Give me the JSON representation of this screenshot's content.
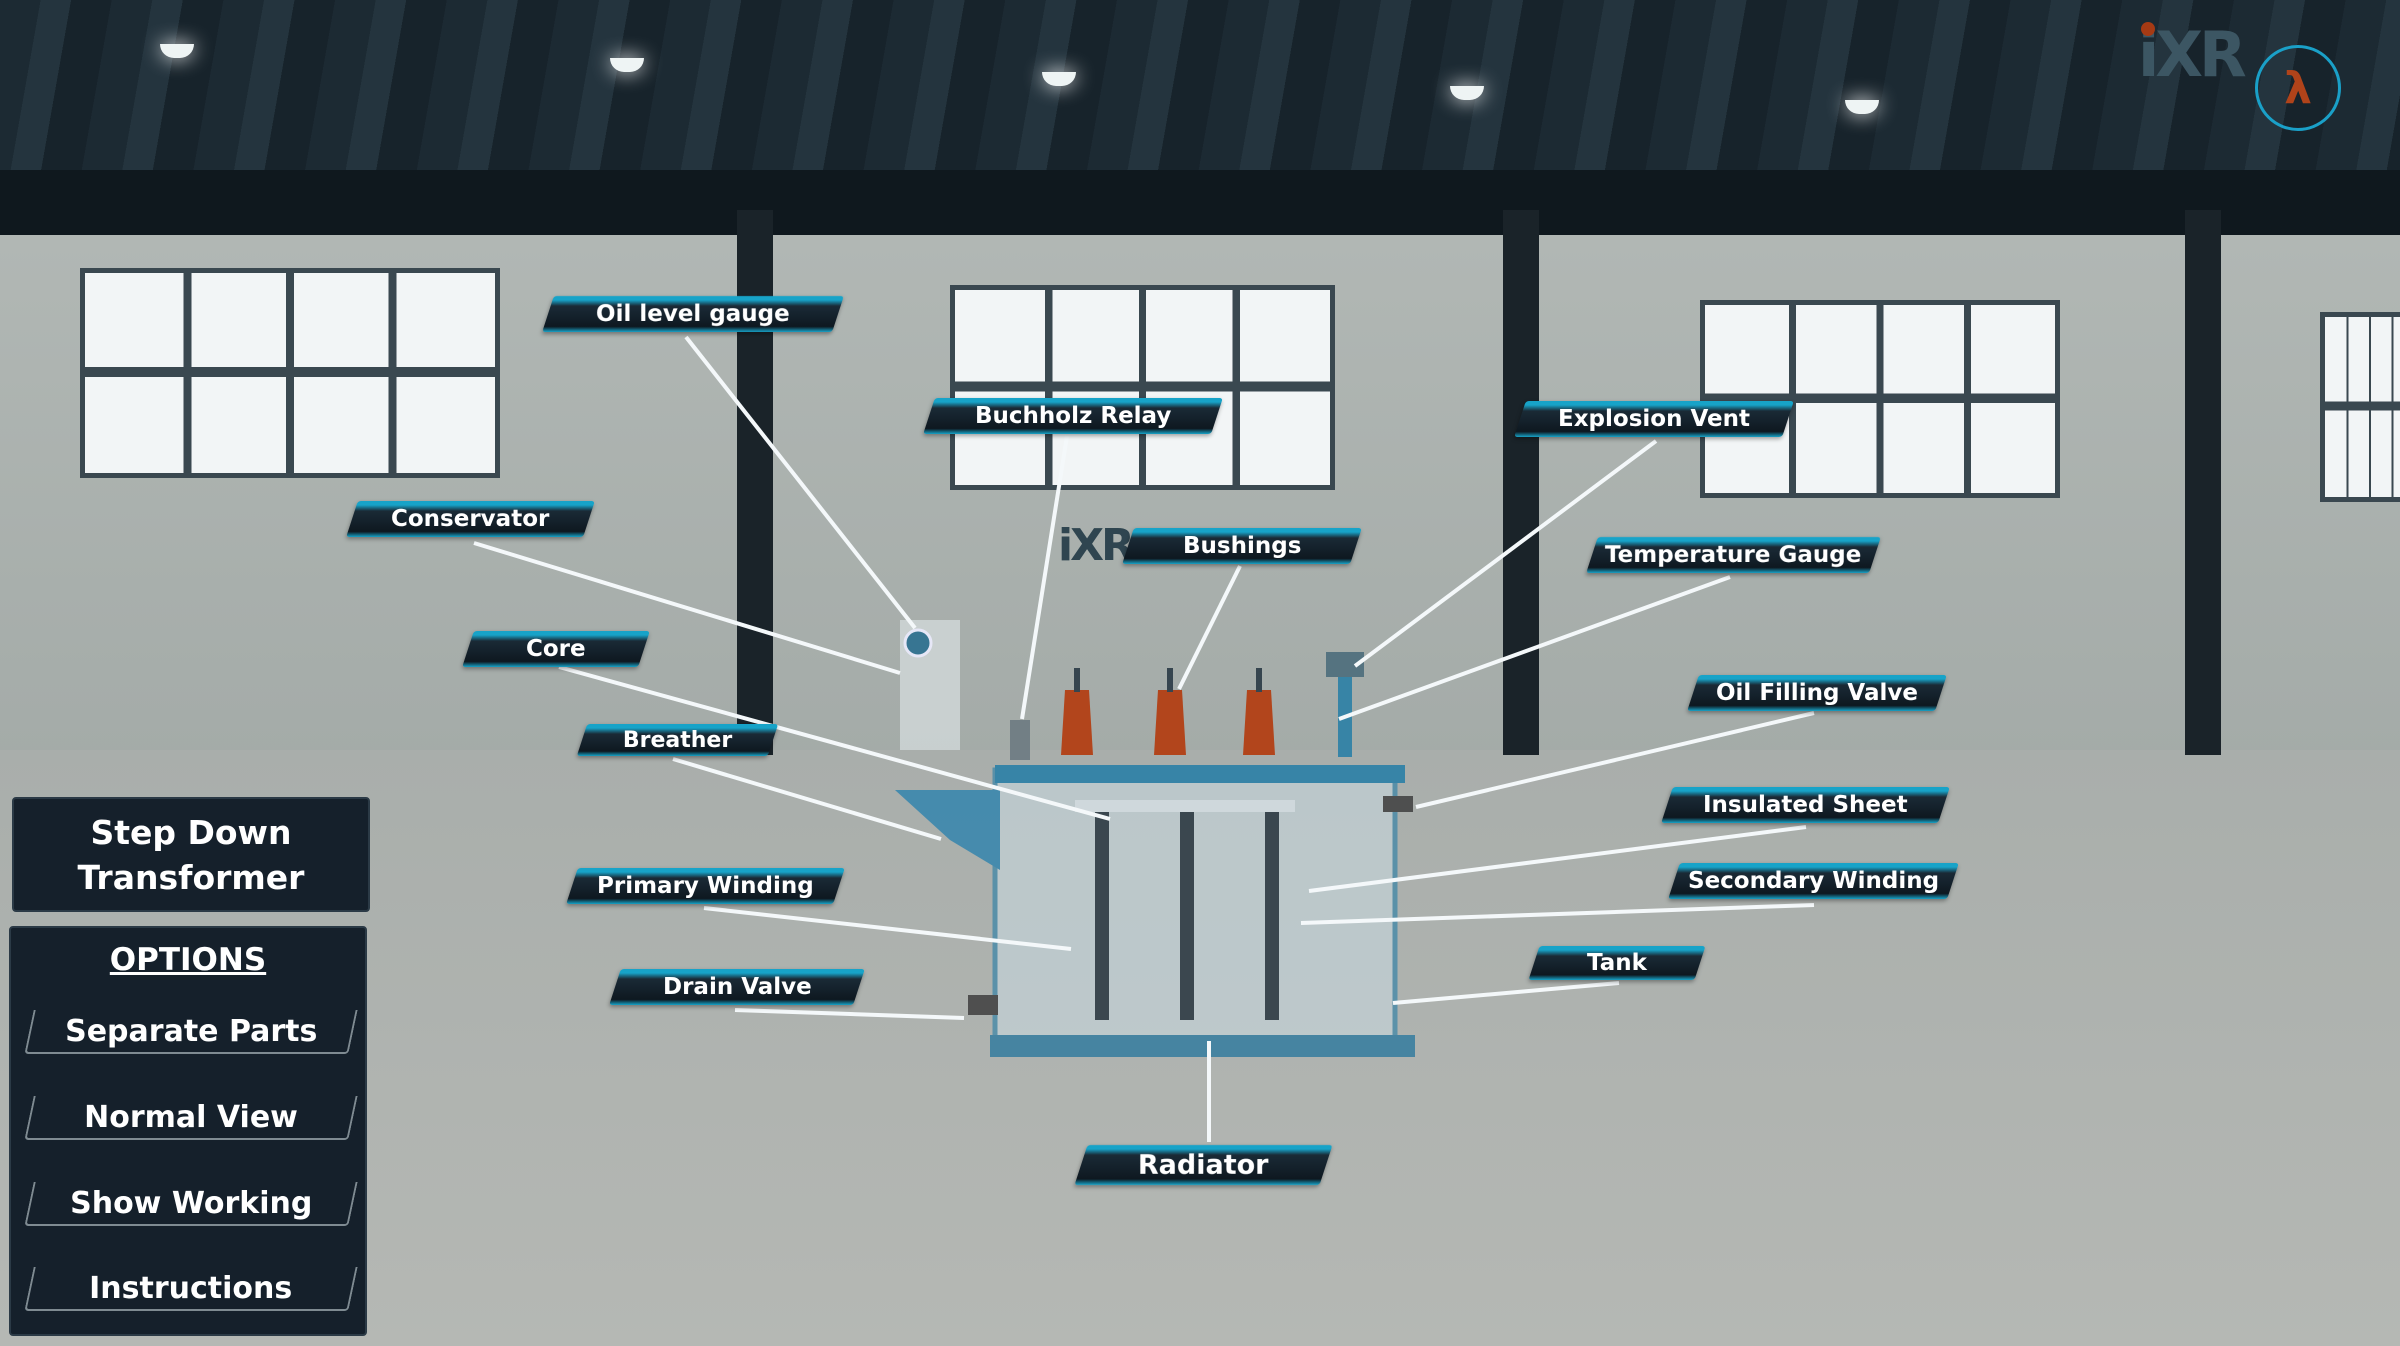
{
  "app": {
    "title": "Step Down Transformer",
    "logo_text": "iXR",
    "colors": {
      "accent": "#17a3c8",
      "panel": "#15202b",
      "brand_orange": "#a53a14"
    }
  },
  "options_panel": {
    "heading": "OPTIONS",
    "buttons": [
      {
        "label": "Separate Parts"
      },
      {
        "label": "Normal View"
      },
      {
        "label": "Show Working"
      },
      {
        "label": "Instructions"
      }
    ]
  },
  "part_labels": {
    "oil_level_gauge": "Oil level gauge",
    "buchholz_relay": "Buchholz Relay",
    "explosion_vent": "Explosion Vent",
    "conservator": "Conservator",
    "bushings": "Bushings",
    "temperature_gauge": "Temperature Gauge",
    "core": "Core",
    "oil_filling_valve": "Oil Filling Valve",
    "breather": "Breather",
    "insulated_sheet": "Insulated Sheet",
    "primary_winding": "Primary Winding",
    "secondary_winding": "Secondary Winding",
    "tank": "Tank",
    "drain_valve": "Drain Valve",
    "radiator": "Radiator"
  },
  "icons": {
    "profile": "user-avatar-icon",
    "brand": "ixr-logo"
  }
}
